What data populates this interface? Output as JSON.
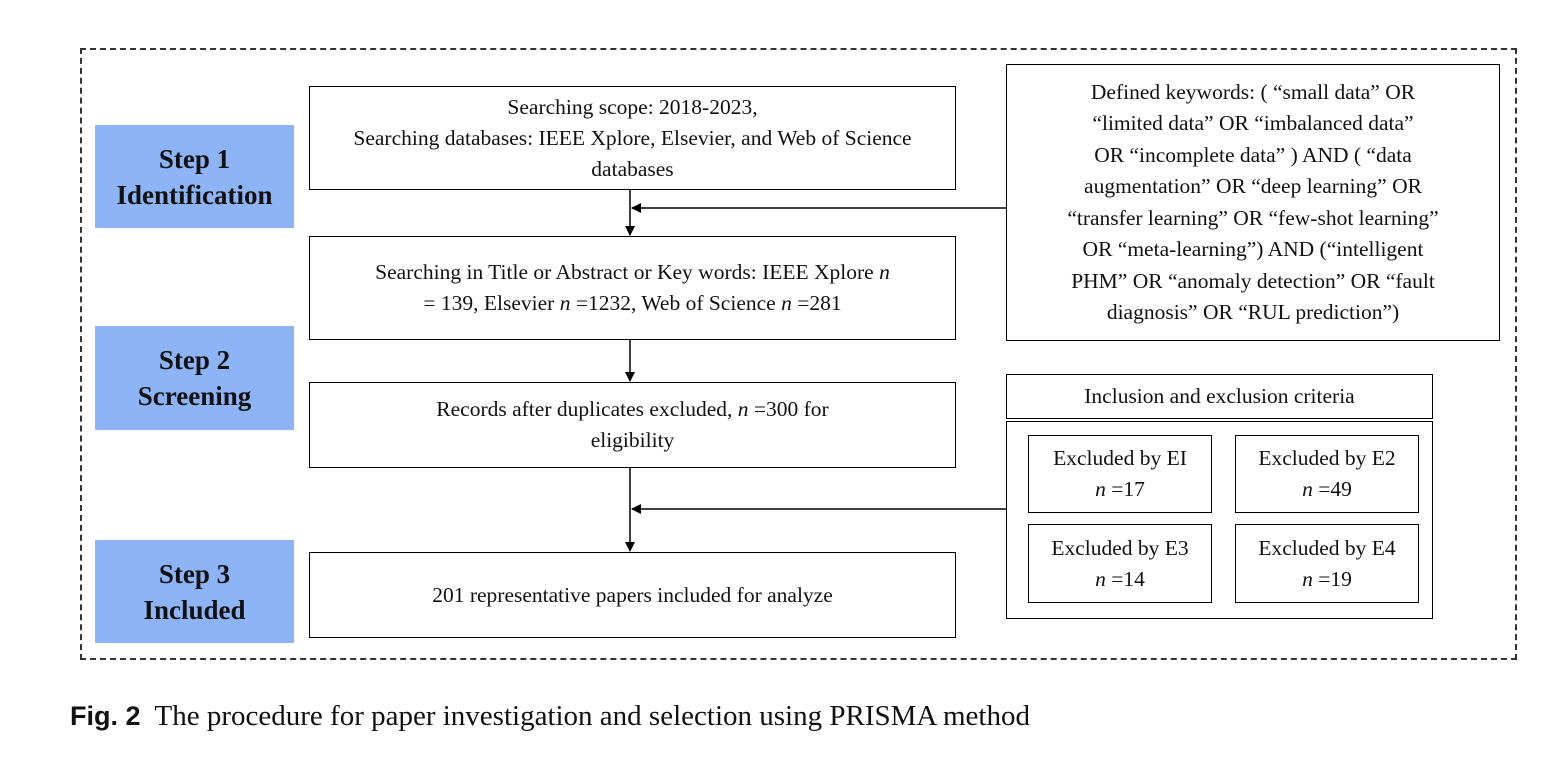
{
  "steps": [
    {
      "line1": "Step 1",
      "line2": "Identification"
    },
    {
      "line1": "Step 2",
      "line2": "Screening"
    },
    {
      "line1": "Step 3",
      "line2": "Included"
    }
  ],
  "boxes": {
    "scope": {
      "line1": "Searching scope: 2018-2023,",
      "line2": "Searching databases: IEEE Xplore, Elsevier, and Web of Science",
      "line3": "databases"
    },
    "search": {
      "line1a": "Searching in Title or Abstract or Key words: IEEE Xplore ",
      "n": "n",
      "line2a": "= 139,  Elsevier ",
      "line2b": " =1232,  Web of Science ",
      "line2c": " =281"
    },
    "records": {
      "line1a": "Records after duplicates excluded, ",
      "line1b": " =300 for",
      "line2": "eligibility"
    },
    "included": {
      "text": "201 representative papers included for analyze"
    }
  },
  "keywords": {
    "lines": [
      "Defined keywords: ( “small data” OR",
      "“limited data” OR “imbalanced data”",
      "OR “incomplete data” ) AND ( “data",
      "augmentation” OR “deep learning” OR",
      "“transfer learning” OR “few-shot learning”",
      "OR “meta-learning”) AND (“intelligent",
      "PHM” OR “anomaly detection” OR “fault",
      "diagnosis” OR “RUL prediction”)"
    ]
  },
  "criteria": {
    "title": "Inclusion and exclusion criteria",
    "items": [
      {
        "label": "Excluded by EI",
        "value": " =17"
      },
      {
        "label": "Excluded by E2",
        "value": " =49"
      },
      {
        "label": "Excluded by E3",
        "value": " =14"
      },
      {
        "label": "Excluded by E4",
        "value": " =19"
      }
    ]
  },
  "caption": {
    "label": "Fig. 2",
    "text": "The procedure for paper investigation and selection using PRISMA method"
  }
}
